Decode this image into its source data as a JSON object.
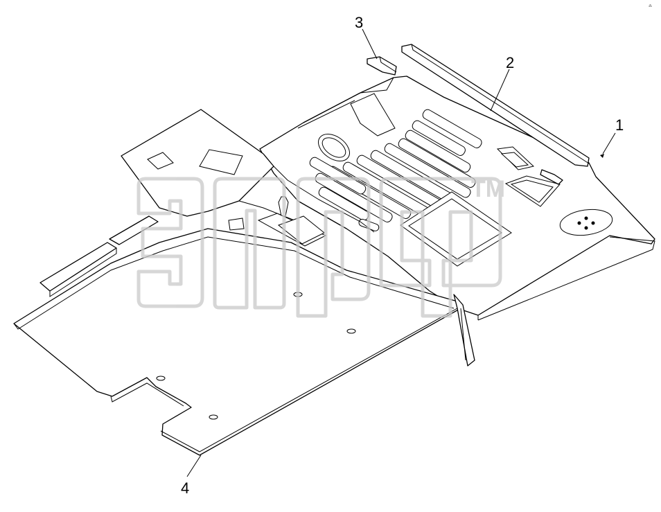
{
  "diagram": {
    "callouts": [
      {
        "id": "1",
        "label": "1"
      },
      {
        "id": "2",
        "label": "2"
      },
      {
        "id": "3",
        "label": "3"
      },
      {
        "id": "4",
        "label": "4"
      }
    ],
    "watermark": {
      "trademark": "TM"
    },
    "corner_mark": "⁂"
  }
}
